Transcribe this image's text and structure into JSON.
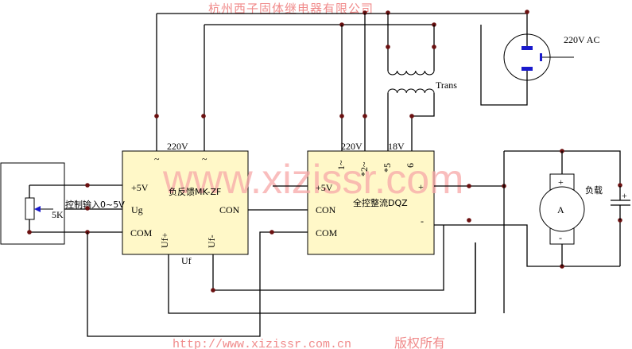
{
  "watermarks": {
    "company": "杭州西子固体继电器有限公司",
    "website_big": "www.xizissr.com",
    "footer_url": "http://www.xizissr.com.cn",
    "footer_rights": "版权所有"
  },
  "colors": {
    "module_fill": "#fff8c8",
    "node": "#6b1010",
    "watermark": "#f08a8a",
    "outlet_pins": "#1a1acc"
  },
  "outlet": {
    "label": "220V AC",
    "icon": "power-outlet-icon"
  },
  "transformer": {
    "label": "Trans",
    "icon": "transformer-coil-icon"
  },
  "potentiometer": {
    "label": "5K",
    "input_label": "控制输入0~5V",
    "icon": "potentiometer-icon"
  },
  "module_feedback": {
    "name": "负反馈MK-ZF",
    "supply_label": "220V",
    "tilde_1": "~",
    "tilde_2": "~",
    "pin_5v": "+5V",
    "pin_ug": "Ug",
    "pin_com": "COM",
    "pin_con": "CON",
    "pin_ufp": "Uf+",
    "pin_ufm": "Uf-",
    "uf_label": "Uf"
  },
  "module_rectifier": {
    "name": "全控整流DQZ",
    "supply_label": "220V",
    "low_label": "18V",
    "pin_1": "1~",
    "pin_2": "*2~",
    "pin_5": "*5",
    "pin_6": "6",
    "pin_5v": "+5V",
    "pin_con": "CON",
    "pin_com": "COM",
    "pin_plus": "+",
    "pin_minus": "-"
  },
  "load": {
    "label": "负载",
    "motor_letter": "A",
    "plus": "+",
    "minus": "-",
    "capacitor_plus": "+",
    "icon": "dc-motor-icon"
  }
}
